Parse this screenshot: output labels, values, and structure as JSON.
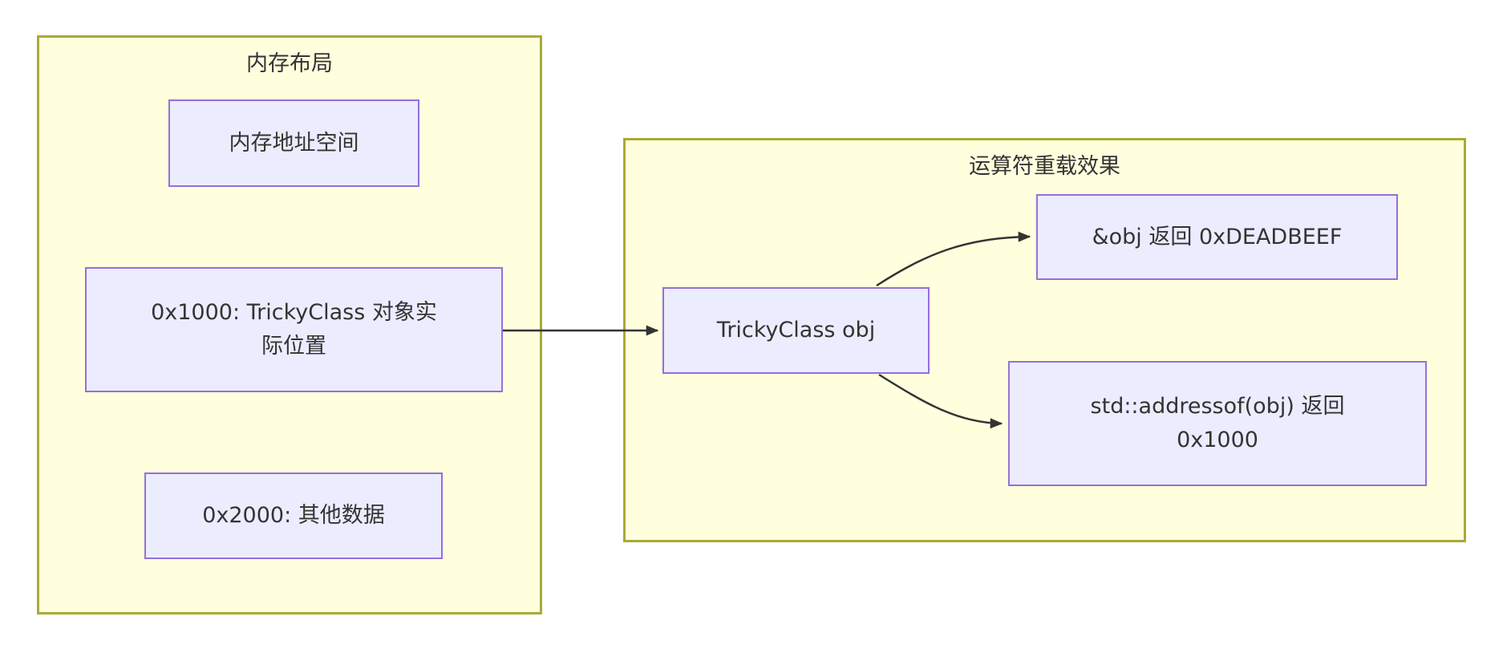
{
  "diagram": {
    "type": "flowchart",
    "clusters": [
      {
        "id": "memory-layout",
        "title": "内存布局"
      },
      {
        "id": "operator-overload-effect",
        "title": "运算符重载效果"
      }
    ],
    "nodes": [
      {
        "id": "memory-address-space",
        "label": "内存地址空间"
      },
      {
        "id": "object-actual-location",
        "label": "0x1000: TrickyClass 对象实\n际位置"
      },
      {
        "id": "other-data",
        "label": "0x2000: 其他数据"
      },
      {
        "id": "tricky-class-obj",
        "label": "TrickyClass obj"
      },
      {
        "id": "amp-obj-result",
        "label": "&obj 返回 0xDEADBEEF"
      },
      {
        "id": "addressof-result",
        "label": "std::addressof(obj) 返回\n0x1000"
      }
    ],
    "edges": [
      {
        "from": "object-actual-location",
        "to": "tricky-class-obj"
      },
      {
        "from": "tricky-class-obj",
        "to": "amp-obj-result"
      },
      {
        "from": "tricky-class-obj",
        "to": "addressof-result"
      }
    ],
    "colors": {
      "cluster_fill": "#FFFFDE",
      "cluster_border": "#AAAA33",
      "node_fill": "#ECECFF",
      "node_border": "#9370DB",
      "edge": "#333333",
      "text": "#333333",
      "background": "#FFFFFF"
    }
  }
}
